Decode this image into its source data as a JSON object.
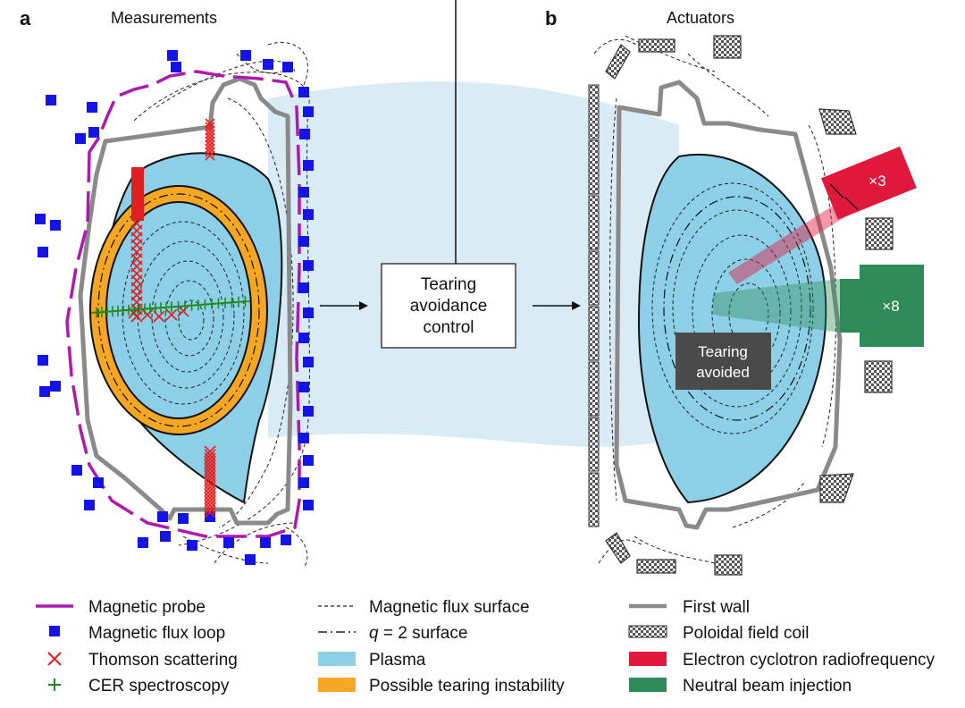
{
  "panels": {
    "a": {
      "letter": "a",
      "title": "Measurements"
    },
    "b": {
      "letter": "b",
      "title": "Actuators"
    }
  },
  "controller": {
    "line1": "Tearing",
    "line2": "avoidance",
    "line3": "control"
  },
  "tearing_box": {
    "line1": "Tearing",
    "line2": "avoided"
  },
  "actuators": {
    "ecrf_count": "×3",
    "nbi_count": "×8"
  },
  "legend": {
    "col1": [
      {
        "key": "probe",
        "label": "Magnetic probe"
      },
      {
        "key": "loop",
        "label": "Magnetic flux loop"
      },
      {
        "key": "thomson",
        "label": "Thomson scattering"
      },
      {
        "key": "cer",
        "label": "CER spectroscopy"
      }
    ],
    "col2": [
      {
        "key": "flux",
        "label": "Magnetic flux surface"
      },
      {
        "key": "q2",
        "label_prefix": "q",
        "label_suffix": " = 2 surface"
      },
      {
        "key": "plasma",
        "label": "Plasma"
      },
      {
        "key": "tearing",
        "label": "Possible tearing instability"
      }
    ],
    "col3": [
      {
        "key": "wall",
        "label": "First wall"
      },
      {
        "key": "coil",
        "label": "Poloidal field coil"
      },
      {
        "key": "ecrf",
        "label": "Electron cyclotron radiofrequency"
      },
      {
        "key": "nbi",
        "label": "Neutral beam injection"
      }
    ]
  },
  "colors": {
    "plasma": "#8ecfe8",
    "band": "#d9ecf6",
    "tearing": "#f5a623",
    "probe": "#b019b0",
    "flux_loop": "#1414e6",
    "thomson": "#e02020",
    "cer": "#1f8a1f",
    "wall": "#8a8a8a",
    "ecrf": "#e0183c",
    "nbi": "#2e8b57",
    "tearing_box": "#4a4a4a"
  }
}
